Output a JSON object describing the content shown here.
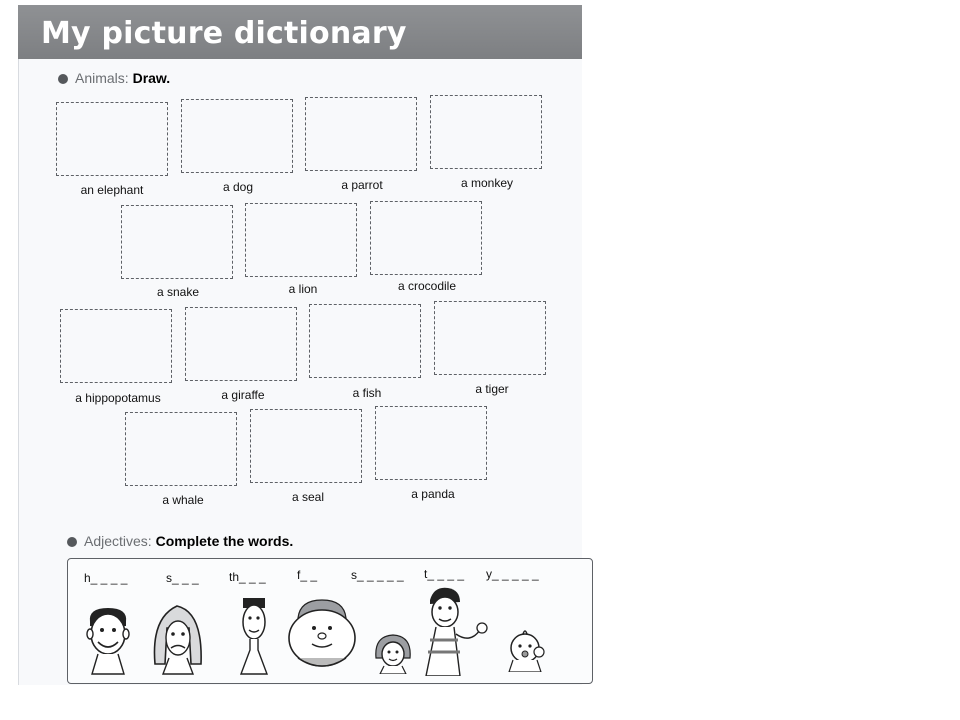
{
  "title": "My picture dictionary",
  "animals_section": {
    "category": "Animals:",
    "instruction": "Draw."
  },
  "animals": [
    "an elephant",
    "a dog",
    "a parrot",
    "a monkey",
    "a snake",
    "a lion",
    "a crocodile",
    "a hippopotamus",
    "a giraffe",
    "a fish",
    "a tiger",
    "a whale",
    "a seal",
    "a panda"
  ],
  "adjectives_section": {
    "category": "Adjectives:",
    "instruction": "Complete the words."
  },
  "adjective_prompts": [
    "h_ _ _ _",
    "s_ _ _",
    "th_ _ _",
    "f_ _",
    "s_ _ _ _ _",
    "t_ _ _ _",
    "y_ _ _ _ _"
  ],
  "illustrations": [
    "happy-boy-icon",
    "sad-girl-icon",
    "thin-boy-icon",
    "fat-boy-icon",
    "small-girl-icon",
    "tall-boy-icon",
    "young-baby-icon"
  ]
}
